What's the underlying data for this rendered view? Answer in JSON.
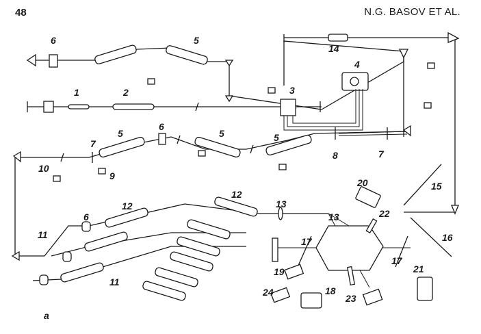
{
  "page": {
    "number": "48",
    "authors": "N.G. BASOV ET AL."
  },
  "labels": [
    {
      "id": "l1",
      "text": "1"
    },
    {
      "id": "l2",
      "text": "2"
    },
    {
      "id": "l3",
      "text": "3"
    },
    {
      "id": "l4",
      "text": "4"
    },
    {
      "id": "l5a",
      "text": "5"
    },
    {
      "id": "l5b",
      "text": "5"
    },
    {
      "id": "l5c",
      "text": "5"
    },
    {
      "id": "l5d",
      "text": "5"
    },
    {
      "id": "l6a",
      "text": "6"
    },
    {
      "id": "l6b",
      "text": "6"
    },
    {
      "id": "l6c",
      "text": "6"
    },
    {
      "id": "l7a",
      "text": "7"
    },
    {
      "id": "l7b",
      "text": "7"
    },
    {
      "id": "l8",
      "text": "8"
    },
    {
      "id": "l9",
      "text": "9"
    },
    {
      "id": "l10",
      "text": "10"
    },
    {
      "id": "l11a",
      "text": "11"
    },
    {
      "id": "l11b",
      "text": "11"
    },
    {
      "id": "l12a",
      "text": "12"
    },
    {
      "id": "l12b",
      "text": "12"
    },
    {
      "id": "l13a",
      "text": "13"
    },
    {
      "id": "l13b",
      "text": "13"
    },
    {
      "id": "l14",
      "text": "14"
    },
    {
      "id": "l15",
      "text": "15"
    },
    {
      "id": "l16",
      "text": "16"
    },
    {
      "id": "l17a",
      "text": "17"
    },
    {
      "id": "l17b",
      "text": "17"
    },
    {
      "id": "l18",
      "text": "18"
    },
    {
      "id": "l19",
      "text": "19"
    },
    {
      "id": "l20",
      "text": "20"
    },
    {
      "id": "l21",
      "text": "21"
    },
    {
      "id": "l22",
      "text": "22"
    },
    {
      "id": "l23",
      "text": "23"
    },
    {
      "id": "l24",
      "text": "24"
    },
    {
      "id": "la",
      "text": "a"
    }
  ],
  "colors": {
    "ink": "#1a1a1a",
    "paper": "#ffffff"
  }
}
